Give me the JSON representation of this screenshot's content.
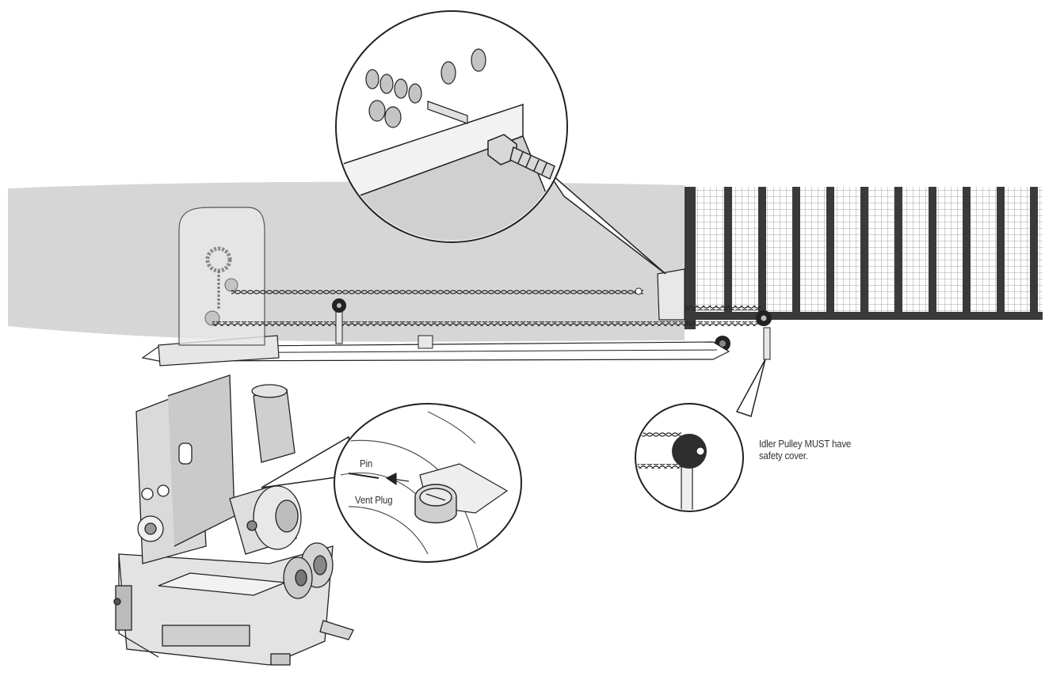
{
  "labels": {
    "pin": "Pin",
    "vent_plug": "Vent Plug",
    "idler_line1": "Idler Pulley MUST have",
    "idler_line2": "safety cover."
  },
  "colors": {
    "ground": "#d6d6d6",
    "line": "#222222",
    "gate_dark": "#3a3a3a",
    "steel": "#c4c4c4",
    "label": "#333333"
  },
  "icons": [
    "chain-link-icon",
    "hex-bolt-icon",
    "idler-pulley-icon",
    "vent-plug-icon"
  ]
}
